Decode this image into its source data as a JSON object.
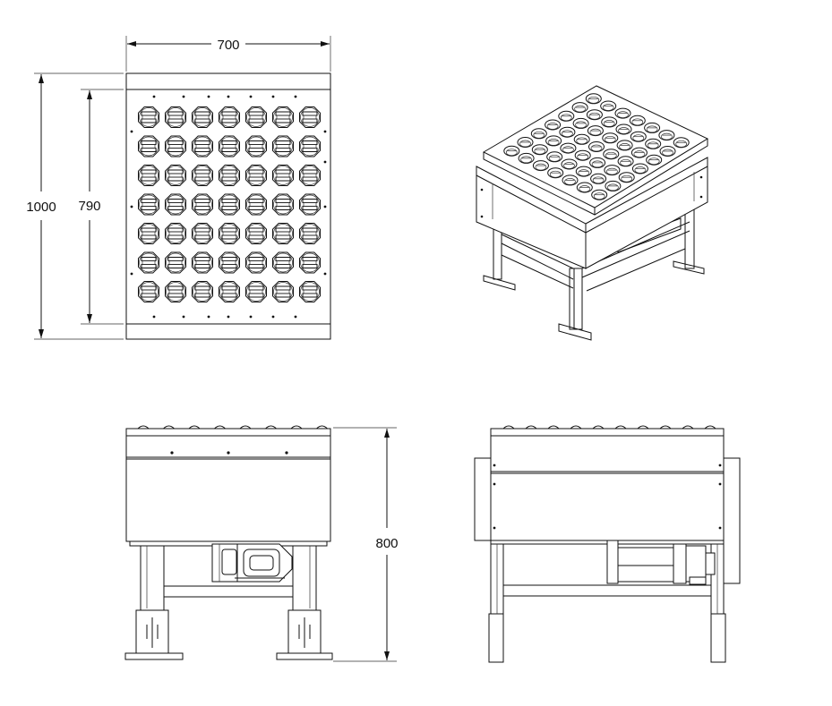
{
  "dimensions": {
    "width": "700",
    "overall_height": "1000",
    "inner_height": "790",
    "stand_height": "800"
  },
  "views": [
    {
      "name": "top-view",
      "cells": {
        "rows": 7,
        "cols": 7
      }
    },
    {
      "name": "isometric-view"
    },
    {
      "name": "front-view"
    },
    {
      "name": "side-view"
    }
  ]
}
